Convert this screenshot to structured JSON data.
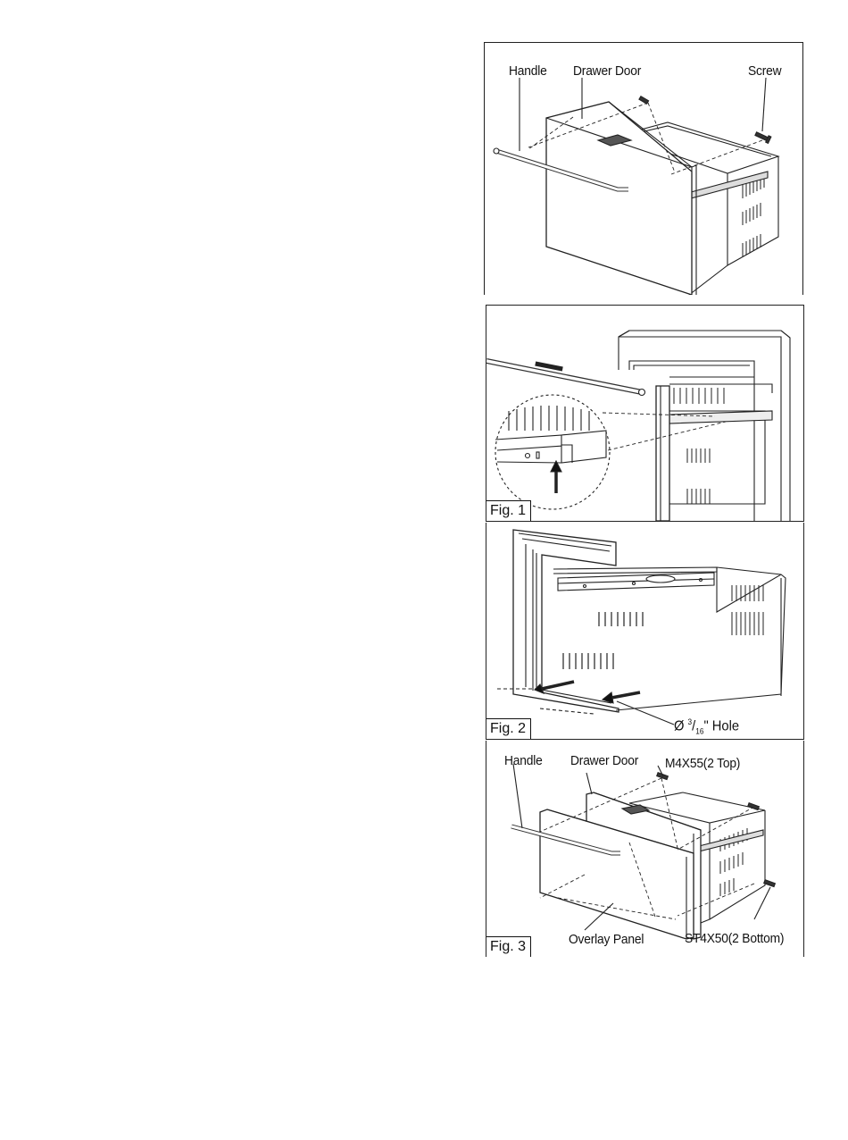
{
  "panel_top": {
    "labels": {
      "handle": "Handle",
      "drawer_door": "Drawer Door",
      "screw": "Screw"
    }
  },
  "fig1": {
    "caption": "Fig. 1"
  },
  "fig2": {
    "caption": "Fig. 2",
    "hole_label": {
      "symbol": "Ø",
      "num": "3",
      "den": "16",
      "suffix": "\" Hole"
    }
  },
  "fig3": {
    "caption": "Fig. 3",
    "labels": {
      "handle": "Handle",
      "drawer_door": "Drawer Door",
      "top_screws": "M4X55(2 Top)",
      "bottom_screws": "ST4X50(2 Bottom)",
      "overlay_panel": "Overlay Panel"
    }
  }
}
